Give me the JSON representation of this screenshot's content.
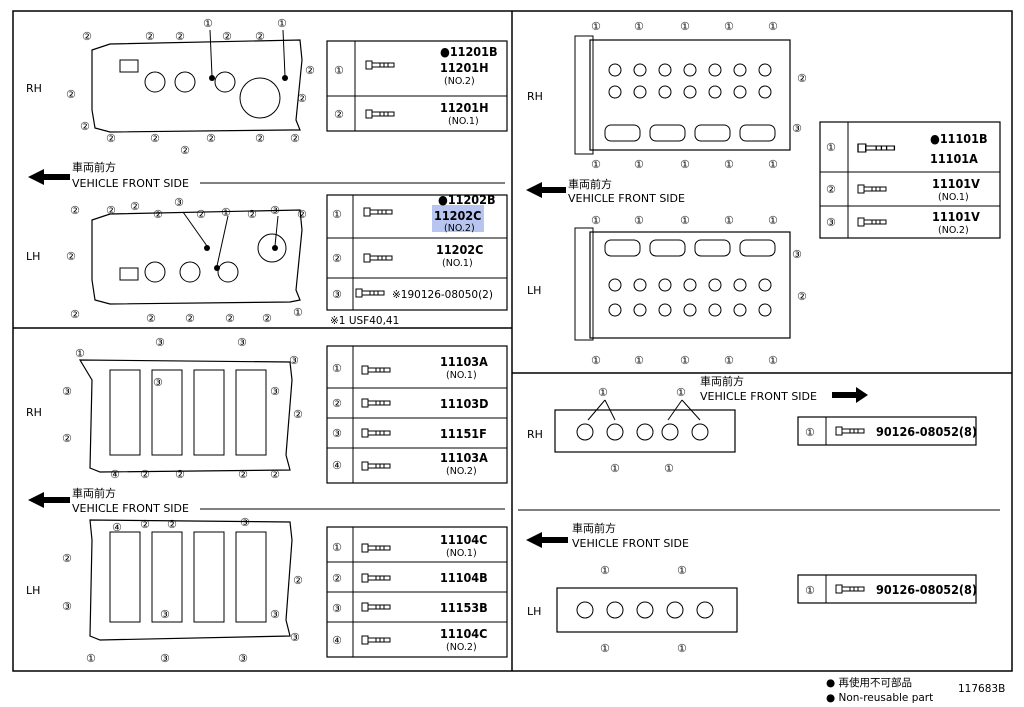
{
  "front_label_jp": "車両前方",
  "front_label_en": "VEHICLE FRONT SIDE",
  "sides": {
    "rh": "RH",
    "lh": "LH"
  },
  "callout_nums": [
    "①",
    "②",
    "③",
    "④"
  ],
  "valve_cover": {
    "rh": [
      {
        "n": "①",
        "np": "●11201B",
        "part": "11201H",
        "sub": "(NO.2)"
      },
      {
        "n": "②",
        "part": "11201H",
        "sub": "(NO.1)"
      }
    ],
    "lh": [
      {
        "n": "①",
        "np": "●11202B",
        "part": "11202C",
        "sub": "(NO.2)"
      },
      {
        "n": "②",
        "part": "11202C",
        "sub": "(NO.1)"
      },
      {
        "n": "③",
        "part": "※190126-08050(2)"
      }
    ],
    "note": "※1 USF40,41"
  },
  "cylinder_head": [
    {
      "n": "①",
      "np": "●11101B",
      "part": "11101A"
    },
    {
      "n": "②",
      "part": "11101V",
      "sub": "(NO.1)"
    },
    {
      "n": "③",
      "part": "11101V",
      "sub": "(NO.2)"
    }
  ],
  "lower": {
    "rh": [
      {
        "n": "①",
        "part": "11103A",
        "sub": "(NO.1)"
      },
      {
        "n": "②",
        "part": "11103D"
      },
      {
        "n": "③",
        "part": "11151F"
      },
      {
        "n": "④",
        "part": "11103A",
        "sub": "(NO.2)"
      }
    ],
    "lh": [
      {
        "n": "①",
        "part": "11104C",
        "sub": "(NO.1)"
      },
      {
        "n": "②",
        "part": "11104B"
      },
      {
        "n": "③",
        "part": "11153B"
      },
      {
        "n": "④",
        "part": "11104C",
        "sub": "(NO.2)"
      }
    ]
  },
  "side_view": {
    "rh_part": "90126-08052(8)",
    "lh_part": "90126-08052(8)"
  },
  "legend_jp": "● 再使用不可部品",
  "legend_en": "● Non-reusable part",
  "diagram_id": "117683B"
}
